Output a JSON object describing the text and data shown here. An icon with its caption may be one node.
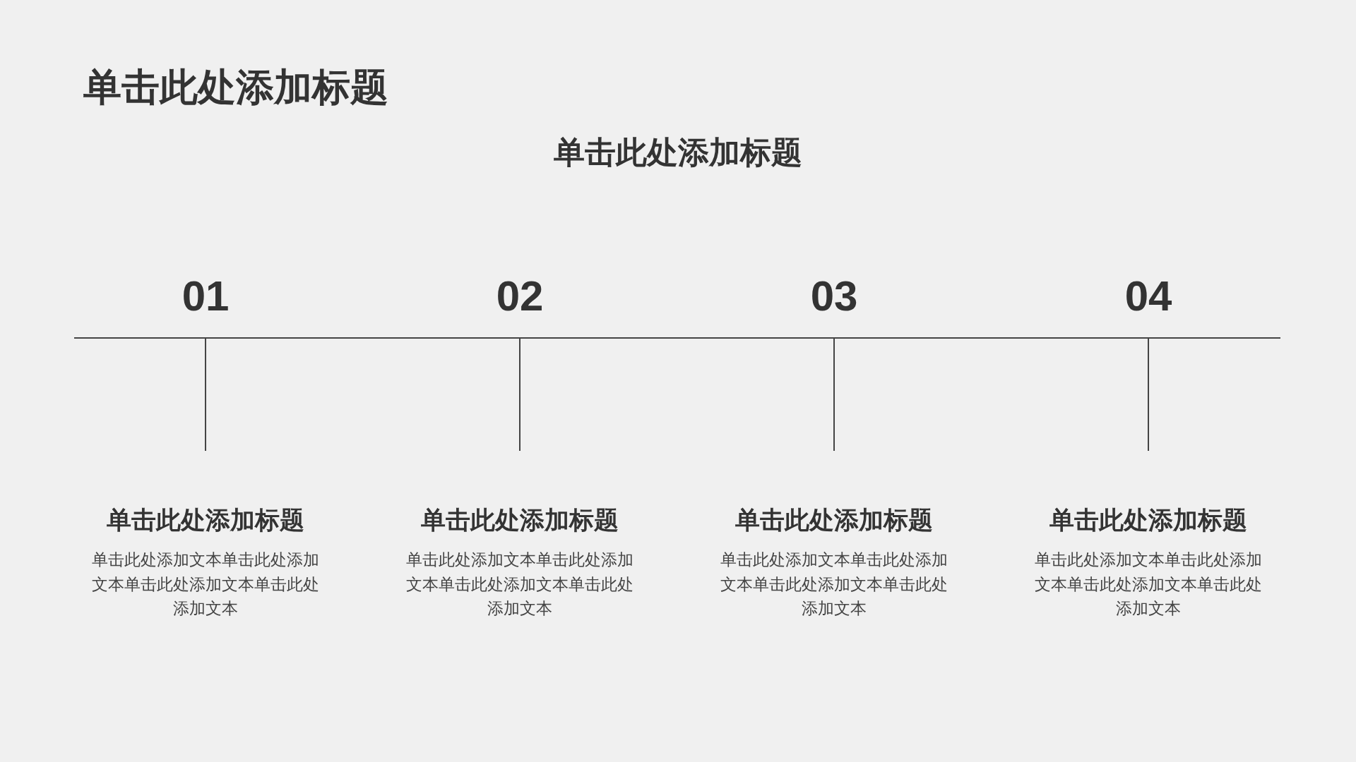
{
  "diagram": {
    "title": "单击此处添加标题",
    "labels": [
      "单击此处添加标题",
      "01",
      "02",
      "03",
      "04",
      "单击此处添加标题",
      "单击此处添加文本单击此处添加文本单击此处添加文本单击此处添加文本",
      "单击此处添加标题",
      "单击此处添加文本单击此处添加文本单击此处添加文本单击此处添加文本",
      "单击此处添加标题",
      "单击此处添加文本单击此处添加文本单击此处添加文本单击此处添加文本",
      "单击此处添加标题",
      "单击此处添加文本单击此处添加文本单击此处添加文本单击此处添加文本"
    ]
  }
}
